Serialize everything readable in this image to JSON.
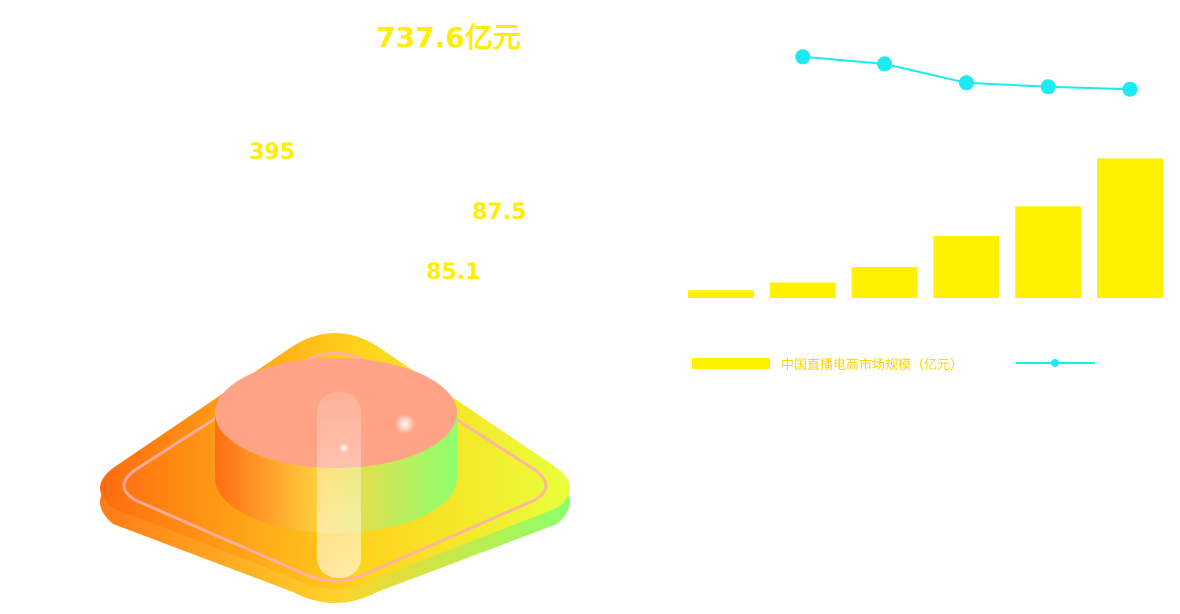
{
  "callouts": {
    "headline": "737.6亿元",
    "v1": "395",
    "v2": "87.5",
    "v3": "85.1"
  },
  "colors": {
    "bar": "#fff200",
    "line": "#1de9f0",
    "label": "#ffee00",
    "legend_text": "#ffd400"
  },
  "chart_data": {
    "type": "bar",
    "title": "",
    "xlabel": "",
    "ylabel": "",
    "categories": [
      "",
      "",
      "",
      "",
      "",
      ""
    ],
    "series": [
      {
        "name": "中国直播电商市场规模（亿元）",
        "type": "bar",
        "values": [
          11,
          22,
          44,
          88,
          130,
          198
        ]
      },
      {
        "name": "",
        "type": "line",
        "values_from_index": 1,
        "values": [
          137,
          128,
          104,
          99,
          96
        ]
      }
    ],
    "ylim": [
      0,
      200
    ],
    "y2lim": [
      0,
      200
    ],
    "grid": false,
    "legend": "bottom"
  }
}
